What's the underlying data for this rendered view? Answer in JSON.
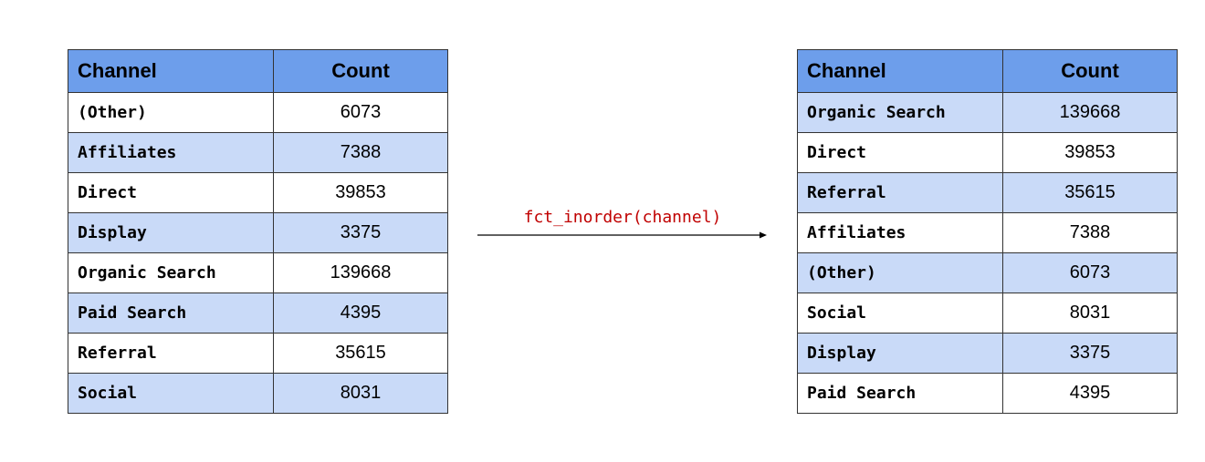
{
  "left_table": {
    "headers": {
      "channel": "Channel",
      "count": "Count"
    },
    "rows": [
      {
        "channel": "(Other)",
        "count": "6073"
      },
      {
        "channel": "Affiliates",
        "count": "7388"
      },
      {
        "channel": "Direct",
        "count": "39853"
      },
      {
        "channel": "Display",
        "count": "3375"
      },
      {
        "channel": "Organic Search",
        "count": "139668"
      },
      {
        "channel": "Paid Search",
        "count": "4395"
      },
      {
        "channel": "Referral",
        "count": "35615"
      },
      {
        "channel": "Social",
        "count": "8031"
      }
    ]
  },
  "transform": {
    "label": "fct_inorder(channel)",
    "label_color": "#c00000"
  },
  "right_table": {
    "headers": {
      "channel": "Channel",
      "count": "Count"
    },
    "rows": [
      {
        "channel": "Organic Search",
        "count": "139668"
      },
      {
        "channel": "Direct",
        "count": "39853"
      },
      {
        "channel": "Referral",
        "count": "35615"
      },
      {
        "channel": "Affiliates",
        "count": "7388"
      },
      {
        "channel": "(Other)",
        "count": "6073"
      },
      {
        "channel": "Social",
        "count": "8031"
      },
      {
        "channel": "Display",
        "count": "3375"
      },
      {
        "channel": "Paid Search",
        "count": "4395"
      }
    ]
  },
  "colors": {
    "header_bg": "#6d9eeb",
    "alt_row_bg": "#c9daf8",
    "row_bg": "#ffffff",
    "border": "#333333"
  }
}
